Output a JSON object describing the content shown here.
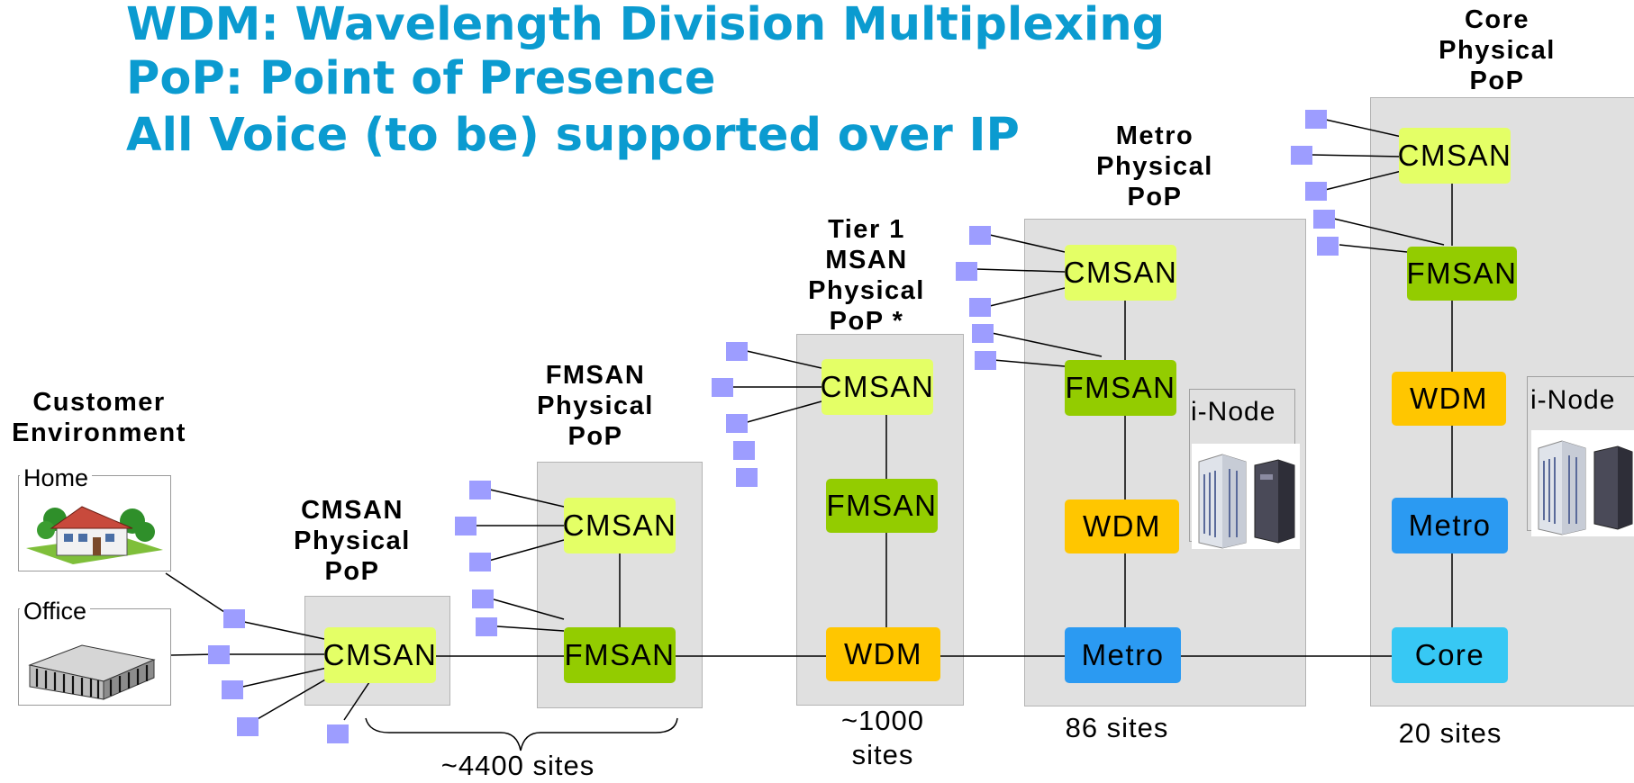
{
  "title_lines": [
    "WDM: Wavelength Division Multiplexing",
    "PoP: Point of Presence",
    "All Voice (to be) supported over IP"
  ],
  "customer": {
    "title": "Customer\nEnvironment",
    "home_label": "Home",
    "office_label": "Office"
  },
  "pops": {
    "cmsan": {
      "title": "CMSAN\nPhysical\nPoP",
      "node": "CMSAN"
    },
    "fmsan": {
      "title": "FMSAN\nPhysical\nPoP",
      "node_top": "CMSAN",
      "node_bottom": "FMSAN"
    },
    "tier1": {
      "title": "Tier 1\nMSAN\nPhysical\nPoP *",
      "node_top": "CMSAN",
      "node_mid": "FMSAN",
      "node_bottom": "WDM",
      "sites": "~1000\nsites"
    },
    "metro": {
      "title": "Metro\nPhysical\nPoP",
      "node_1": "CMSAN",
      "node_2": "FMSAN",
      "node_3": "WDM",
      "node_4": "Metro",
      "inode": "i-Node",
      "sites": "86 sites"
    },
    "core": {
      "title": "Core\nPhysical\nPoP",
      "node_1": "CMSAN",
      "node_2": "FMSAN",
      "node_3": "WDM",
      "node_4": "Metro",
      "node_5": "Core",
      "inode": "i-Node",
      "sites": "20 sites"
    }
  },
  "brace_sites": "~4400 sites",
  "colors": {
    "title": "#0b9bd0",
    "cmsan": "#e4ff66",
    "fmsan": "#93cc00",
    "wdm": "#ffc600",
    "metro": "#2b9af2",
    "core": "#37c8f4",
    "port": "#9d9dff",
    "pop_box": "#e0e0e0"
  },
  "icons": {
    "home": "house-icon",
    "office": "office-building-icon",
    "server": "server-rack-icon"
  }
}
